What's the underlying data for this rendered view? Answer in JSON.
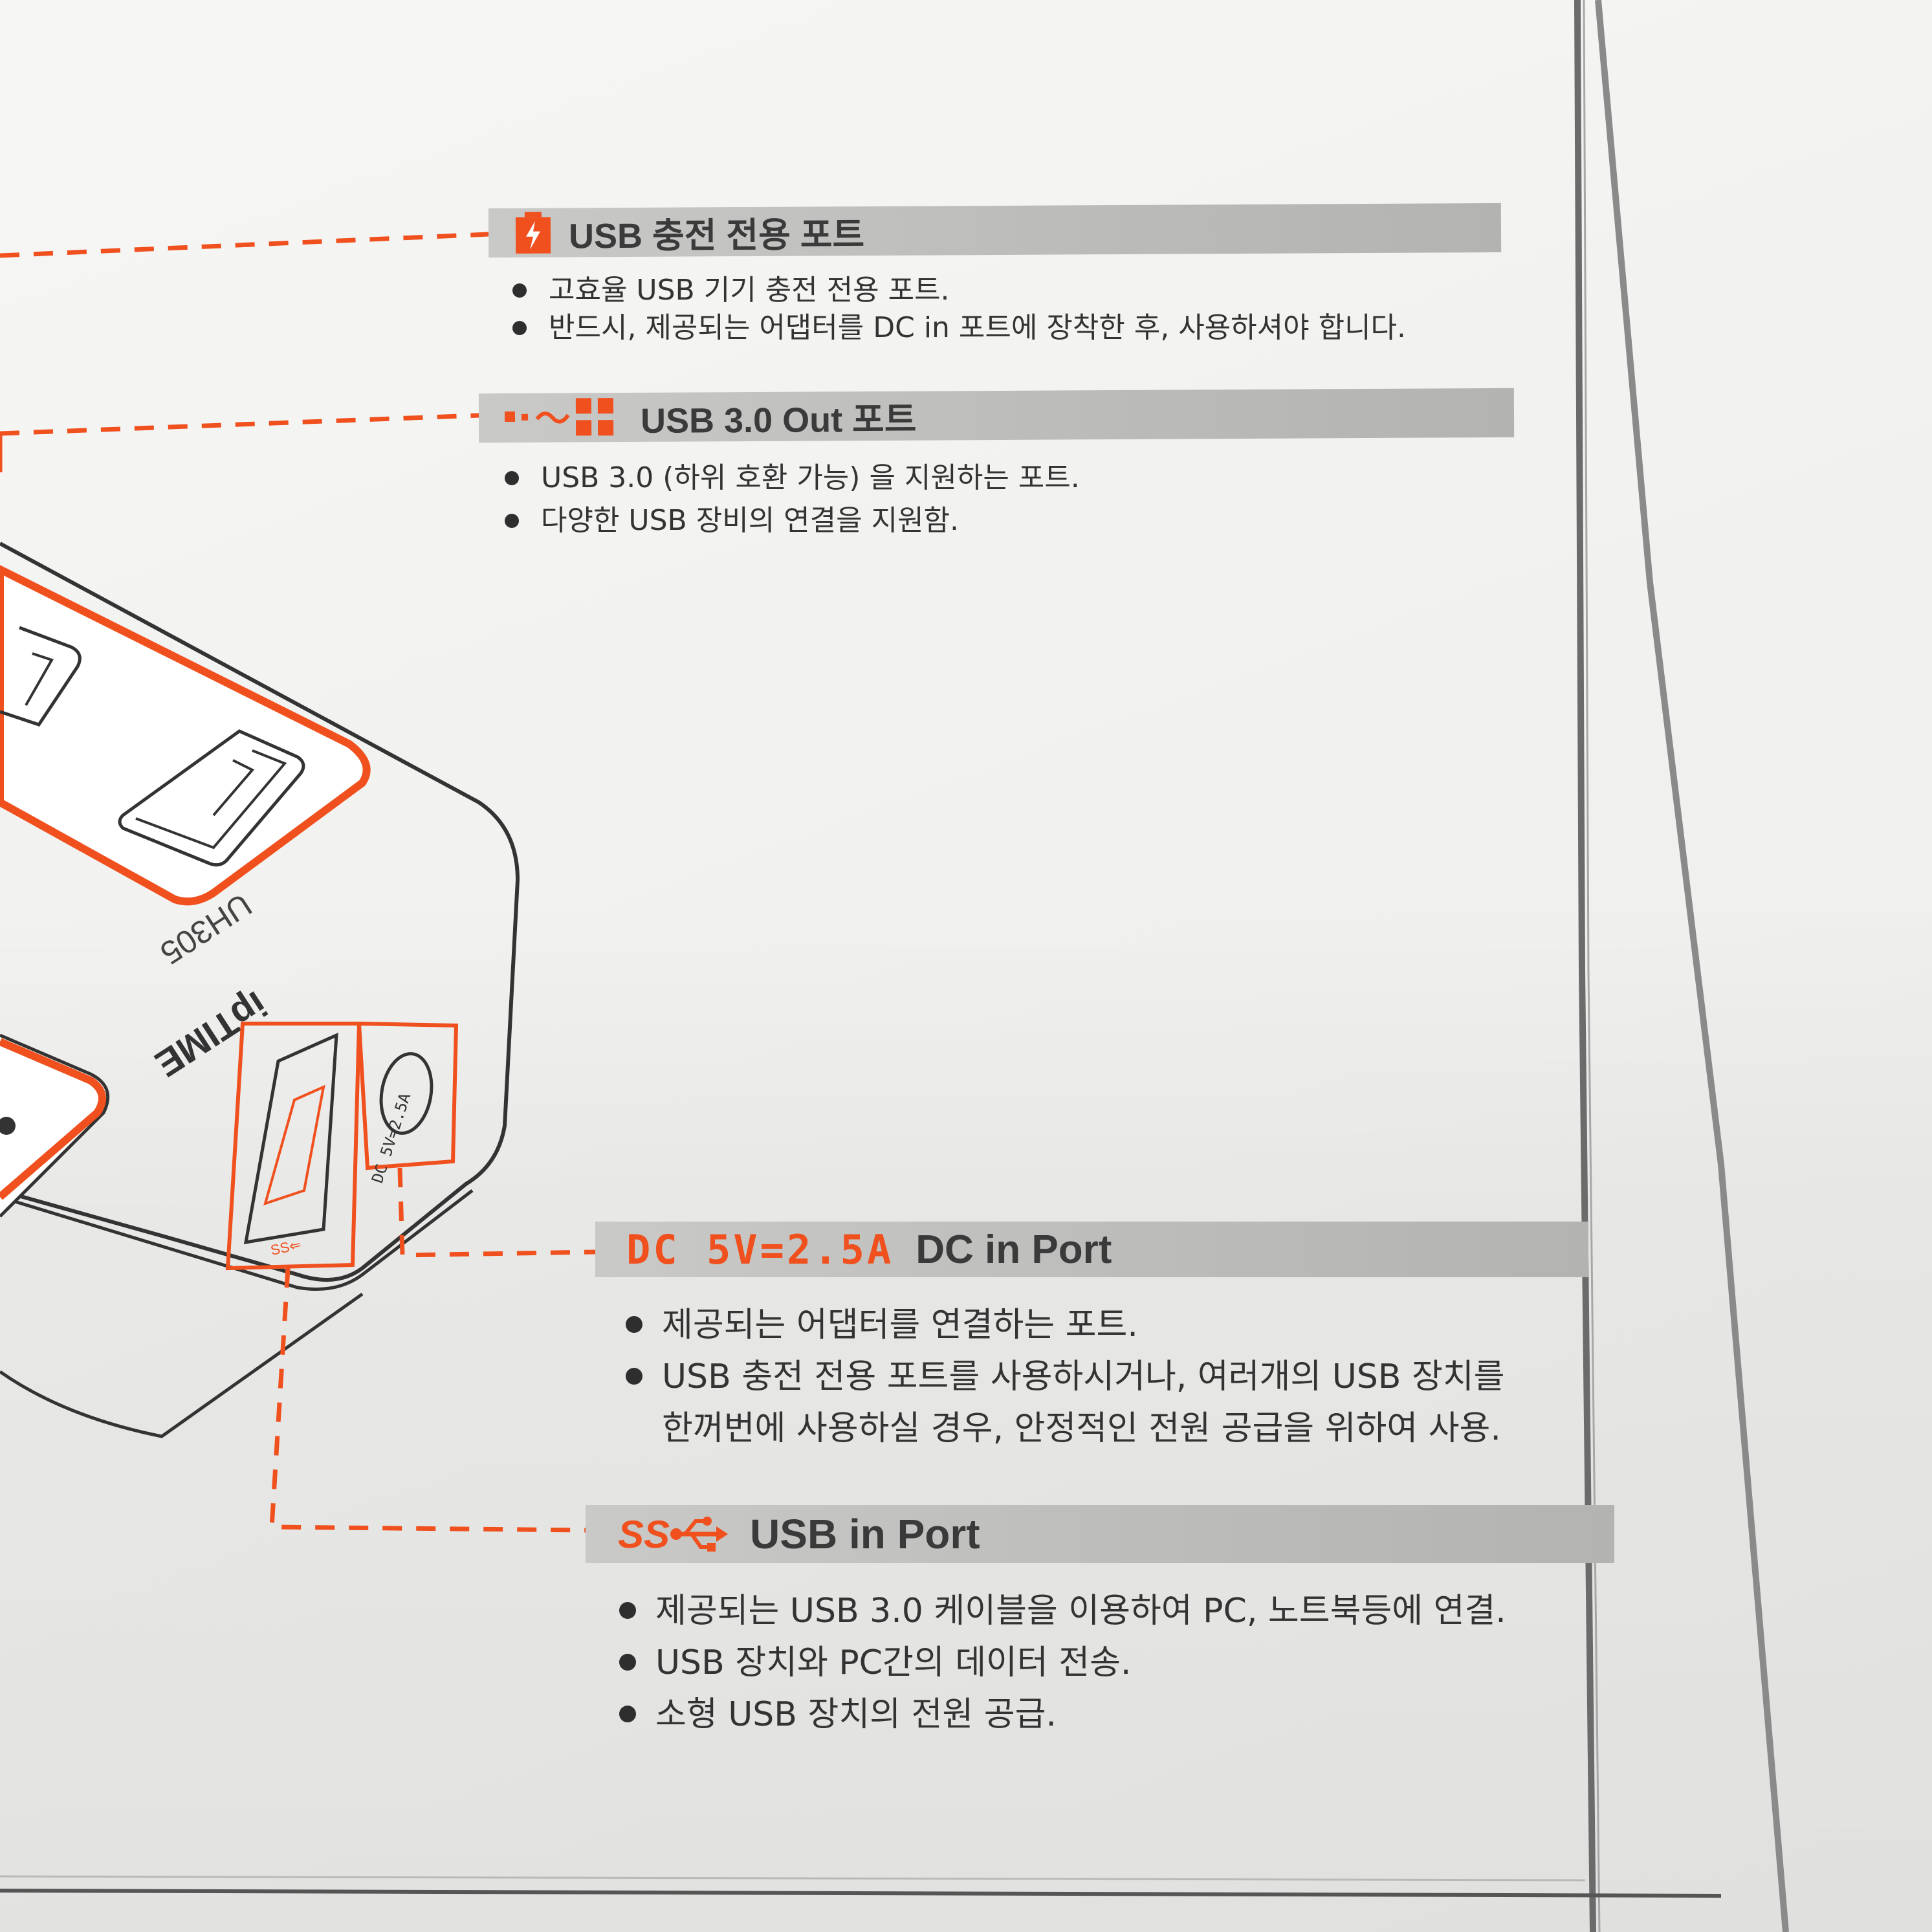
{
  "device": {
    "brand": "ipTIME",
    "model": "UH305",
    "dc_label": "DC 5V=2.5A"
  },
  "sections": [
    {
      "id": "charging",
      "title": "USB 충전 전용 포트",
      "icon": "battery-charge-icon",
      "bullets": [
        "고효율 USB 기기 충전 전용 포트.",
        "반드시, 제공되는 어댑터를 DC in 포트에 장착한 후, 사용하셔야 합니다."
      ]
    },
    {
      "id": "usb-out",
      "title": "USB 3.0 Out 포트",
      "icon": "port-group-icon",
      "bullets": [
        "USB 3.0 (하위 호환 가능) 을 지원하는 포트.",
        "다양한 USB 장비의 연결을 지원함."
      ]
    },
    {
      "id": "dc-in",
      "prefix": "DC 5V=2.5A",
      "title": "DC in Port",
      "bullets": [
        "제공되는 어댑터를 연결하는 포트.",
        "USB 충전 전용 포트를 사용하시거나, 여러개의 USB 장치를",
        "한꺼번에 사용하실 경우, 안정적인 전원 공급을 위하여 사용."
      ]
    },
    {
      "id": "usb-in",
      "prefix": "SS",
      "title": "USB in Port",
      "icon": "usb-superspeed-icon",
      "bullets": [
        "제공되는 USB 3.0 케이블을 이용하여 PC, 노트북등에 연결.",
        "USB 장치와 PC간의 데이터 전송.",
        "소형 USB 장치의 전원 공급."
      ]
    }
  ],
  "colors": {
    "accent": "#f0501e",
    "header_bar": "#bdbdbb",
    "ink": "#2e2e2e"
  }
}
